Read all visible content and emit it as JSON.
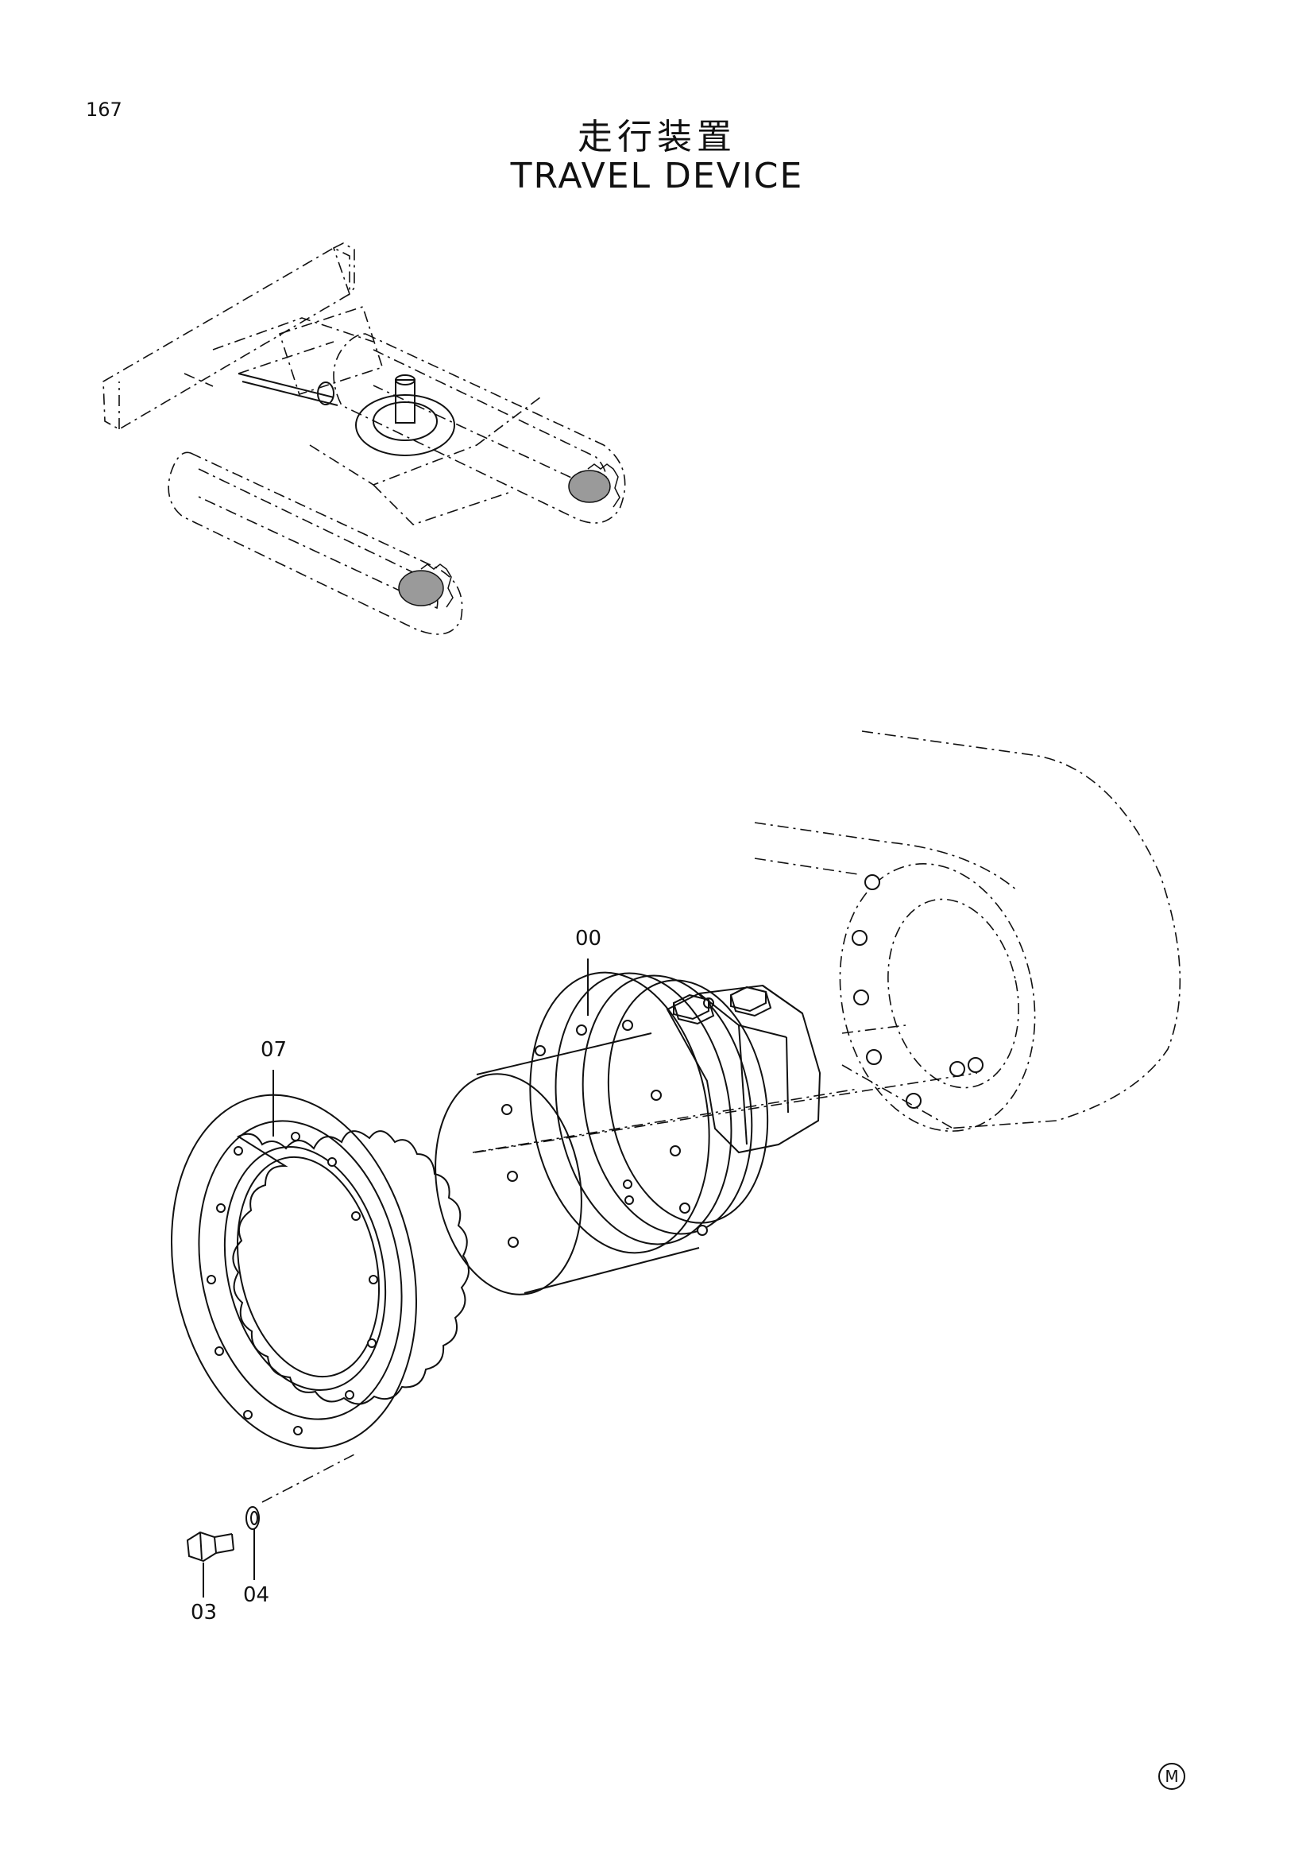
{
  "page": {
    "number": "167",
    "title_jp": "走行装置",
    "title_en": "TRAVEL DEVICE",
    "mark": "M"
  },
  "callouts": [
    {
      "id": "00",
      "label": "00"
    },
    {
      "id": "07",
      "label": "07"
    },
    {
      "id": "03",
      "label": "03"
    },
    {
      "id": "04",
      "label": "04"
    }
  ]
}
